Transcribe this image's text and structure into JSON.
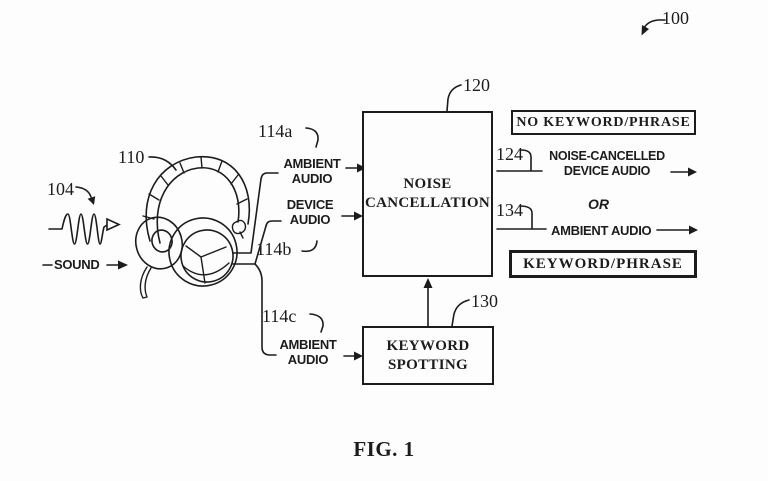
{
  "figure": {
    "ref": "100",
    "caption": "FIG. 1"
  },
  "headphones": {
    "ref": "110"
  },
  "sound": {
    "ref": "104",
    "label": "SOUND"
  },
  "signals": {
    "ambient_top": {
      "ref": "114a",
      "line1": "AMBIENT",
      "line2": "AUDIO"
    },
    "device": {
      "ref": "114b",
      "line1": "DEVICE",
      "line2": "AUDIO"
    },
    "ambient_bottom": {
      "ref": "114c",
      "line1": "AMBIENT",
      "line2": "AUDIO"
    }
  },
  "blocks": {
    "noise_cancellation": {
      "ref": "120",
      "line1": "NOISE",
      "line2": "CANCELLATION"
    },
    "keyword_spotting": {
      "ref": "130",
      "line1": "KEYWORD",
      "line2": "SPOTTING"
    }
  },
  "outputs": {
    "no_keyword_condition": "NO KEYWORD/PHRASE",
    "noise_cancelled": {
      "ref": "124",
      "line1": "NOISE-CANCELLED",
      "line2": "DEVICE AUDIO"
    },
    "or_label": "OR",
    "ambient": {
      "ref": "134",
      "label": "AMBIENT AUDIO"
    },
    "keyword_condition": "KEYWORD/PHRASE"
  },
  "colors": {
    "ink": "#1c1c1c",
    "paper": "#fdfdfd"
  }
}
